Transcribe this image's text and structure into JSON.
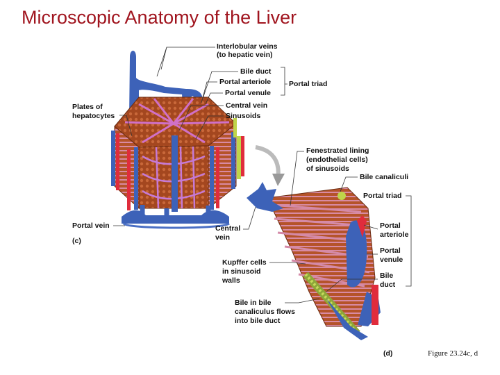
{
  "title": "Microscopic Anatomy of the Liver",
  "caption": "Figure 23.24c, d",
  "panel_c": {
    "label": "(c)",
    "interlobular_veins": [
      "Interlobular veins",
      "(to hepatic vein)"
    ],
    "bile_duct": "Bile duct",
    "portal_arteriole": "Portal arteriole",
    "portal_venule": "Portal venule",
    "portal_triad": "Portal triad",
    "central_vein": "Central vein",
    "sinusoids": "Sinusoids",
    "plates": [
      "Plates of",
      "hepatocytes"
    ],
    "portal_vein": "Portal vein",
    "central_vein_lower": [
      "Central",
      "vein"
    ]
  },
  "panel_d": {
    "label": "(d)",
    "fenestrated": [
      "Fenestrated lining",
      "(endothelial cells)",
      "of sinusoids"
    ],
    "bile_canaliculi": "Bile canaliculi",
    "portal_triad": "Portal triad",
    "portal_arteriole": [
      "Portal",
      "arteriole"
    ],
    "portal_venule": [
      "Portal",
      "venule"
    ],
    "bile_duct": [
      "Bile",
      "duct"
    ],
    "kupffer": [
      "Kupffer cells",
      "in sinusoid",
      "walls"
    ],
    "bile_flow": [
      "Bile in bile",
      "canaliculus flows",
      "into bile duct"
    ]
  }
}
